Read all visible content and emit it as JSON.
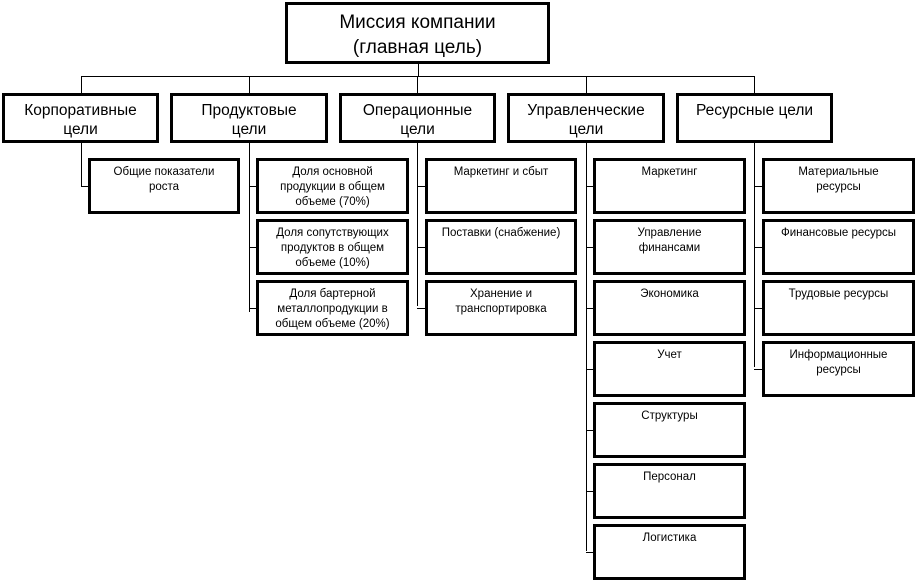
{
  "root": {
    "line1": "Миссия компании",
    "line2": "(главная цель)"
  },
  "categories": [
    {
      "label_line1": "Корпоративные",
      "label_line2": "цели",
      "children": [
        {
          "lines": [
            "Общие показатели",
            "роста"
          ]
        }
      ]
    },
    {
      "label_line1": "Продуктовые",
      "label_line2": "цели",
      "children": [
        {
          "lines": [
            "Доля основной",
            "продукции в общем",
            "объеме (70%)"
          ]
        },
        {
          "lines": [
            "Доля сопутствующих",
            "продуктов в общем",
            "объеме (10%)"
          ]
        },
        {
          "lines": [
            "Доля бартерной",
            "металлопродукции в",
            "общем объеме (20%)"
          ]
        }
      ]
    },
    {
      "label_line1": "Операционные",
      "label_line2": "цели",
      "children": [
        {
          "lines": [
            "Маркетинг и сбыт"
          ]
        },
        {
          "lines": [
            "Поставки (снабжение)"
          ]
        },
        {
          "lines": [
            "Хранение и",
            "транспортировка"
          ]
        }
      ]
    },
    {
      "label_line1": "Управленческие",
      "label_line2": "цели",
      "children": [
        {
          "lines": [
            "Маркетинг"
          ]
        },
        {
          "lines": [
            "Управление",
            "финансами"
          ]
        },
        {
          "lines": [
            "Экономика"
          ]
        },
        {
          "lines": [
            "Учет"
          ]
        },
        {
          "lines": [
            "Структуры"
          ]
        },
        {
          "lines": [
            "Персонал"
          ]
        },
        {
          "lines": [
            "Логистика"
          ]
        }
      ]
    },
    {
      "label_line1": "Ресурсные цели",
      "label_line2": "",
      "children": [
        {
          "lines": [
            "Материальные",
            "ресурсы"
          ]
        },
        {
          "lines": [
            "Финансовые ресурсы"
          ]
        },
        {
          "lines": [
            "Трудовые ресурсы"
          ]
        },
        {
          "lines": [
            "Информационные",
            "ресурсы"
          ]
        }
      ]
    }
  ]
}
